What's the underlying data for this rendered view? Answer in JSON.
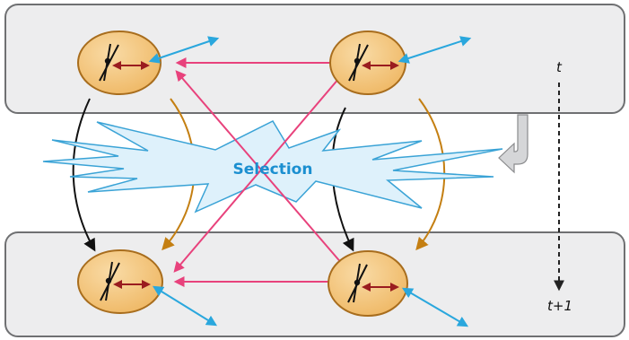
{
  "labels": {
    "center": "Selection",
    "time_top": "t",
    "time_bottom": "t+1"
  },
  "colors": {
    "panel_fill": "#ededee",
    "panel_stroke": "#6f7072",
    "node_fill": "#f3c884",
    "node_stroke": "#a86d1d",
    "pink_link": "#e8427c",
    "blue_vector": "#2aa7dd",
    "dark_red_link": "#9a1c1f",
    "gold_arrow": "#c47f12",
    "black_arrow": "#111111",
    "starburst_fill": "#def1fb",
    "starburst_stroke": "#3aa3d6",
    "selection_text": "#1b8fd0"
  },
  "icons": {
    "turn_arrow": "curved-down-left-arrow-icon"
  }
}
